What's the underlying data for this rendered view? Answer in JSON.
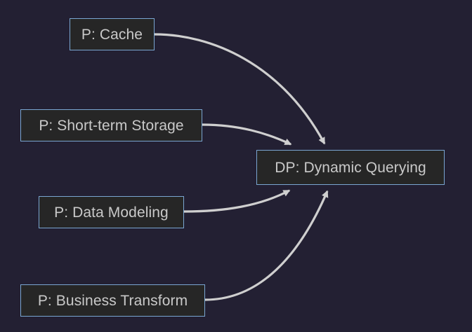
{
  "diagram": {
    "type": "flowchart",
    "direction": "left-to-right",
    "background_color": "#232033",
    "node_fill_color": "#262626",
    "node_border_color": "#7aa6d2",
    "node_text_color": "#c9c9c9",
    "edge_color": "#cfcfcf",
    "arrowhead_color": "#cfcfcf",
    "nodes": [
      {
        "id": "cache",
        "label": "P: Cache",
        "role": "source"
      },
      {
        "id": "shortterm",
        "label": "P: Short-term Storage",
        "role": "source"
      },
      {
        "id": "datamodel",
        "label": "P: Data Modeling",
        "role": "source"
      },
      {
        "id": "business",
        "label": "P: Business Transform",
        "role": "source"
      },
      {
        "id": "dynamic",
        "label": "DP: Dynamic Querying",
        "role": "target"
      }
    ],
    "edges": [
      {
        "from": "cache",
        "to": "dynamic",
        "label": "",
        "arrow": "arrowhead-icon"
      },
      {
        "from": "shortterm",
        "to": "dynamic",
        "label": "",
        "arrow": "arrowhead-icon"
      },
      {
        "from": "datamodel",
        "to": "dynamic",
        "label": "",
        "arrow": "arrowhead-icon"
      },
      {
        "from": "business",
        "to": "dynamic",
        "label": "",
        "arrow": "arrowhead-icon"
      }
    ]
  }
}
